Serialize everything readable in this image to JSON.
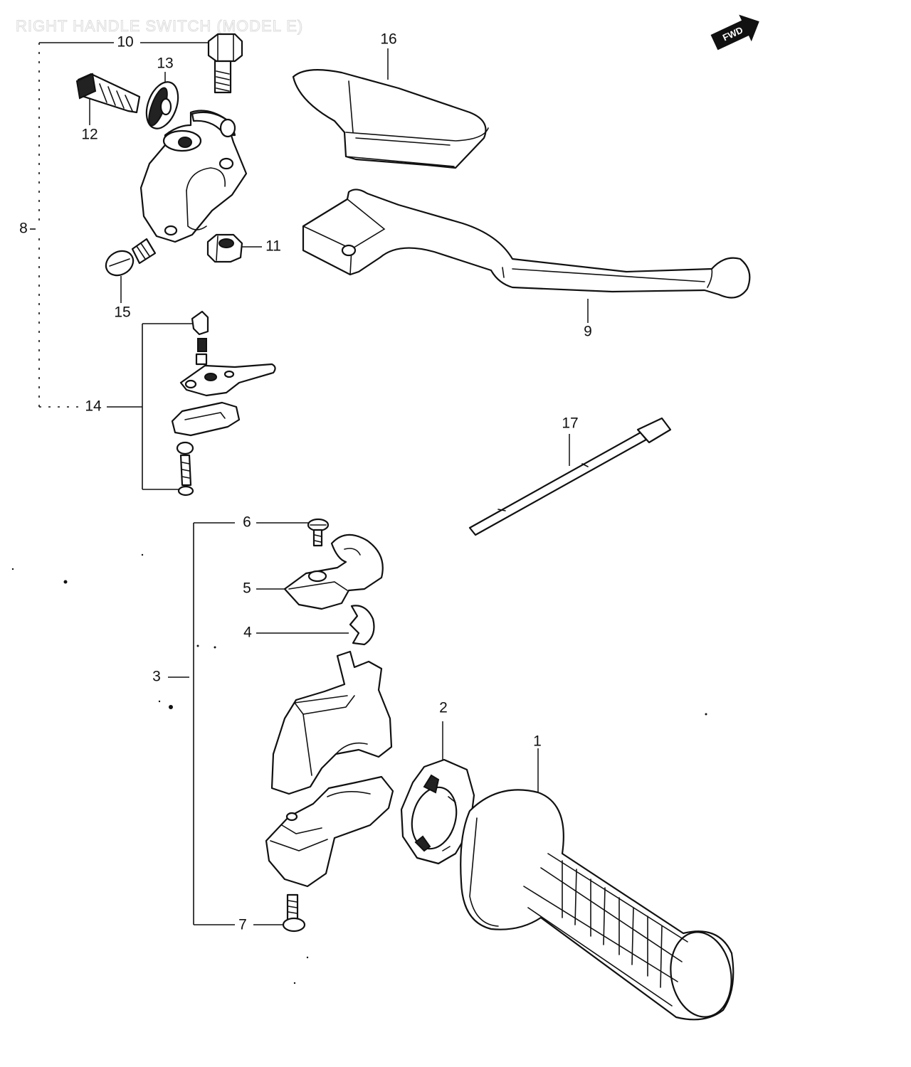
{
  "title": "RIGHT HANDLE SWITCH (MODEL E)",
  "direction_arrow": {
    "label": "FWD",
    "icon": "forward-arrow-icon"
  },
  "callouts": {
    "p1": "1",
    "p2": "2",
    "p3": "3",
    "p4": "4",
    "p5": "5",
    "p6": "6",
    "p7": "7",
    "p8": "8",
    "p9": "9",
    "p10": "10",
    "p11": "11",
    "p12": "12",
    "p13": "13",
    "p14": "14",
    "p15": "15",
    "p16": "16",
    "p17": "17"
  },
  "colors": {
    "ink": "#111111",
    "paper": "#ffffff"
  }
}
